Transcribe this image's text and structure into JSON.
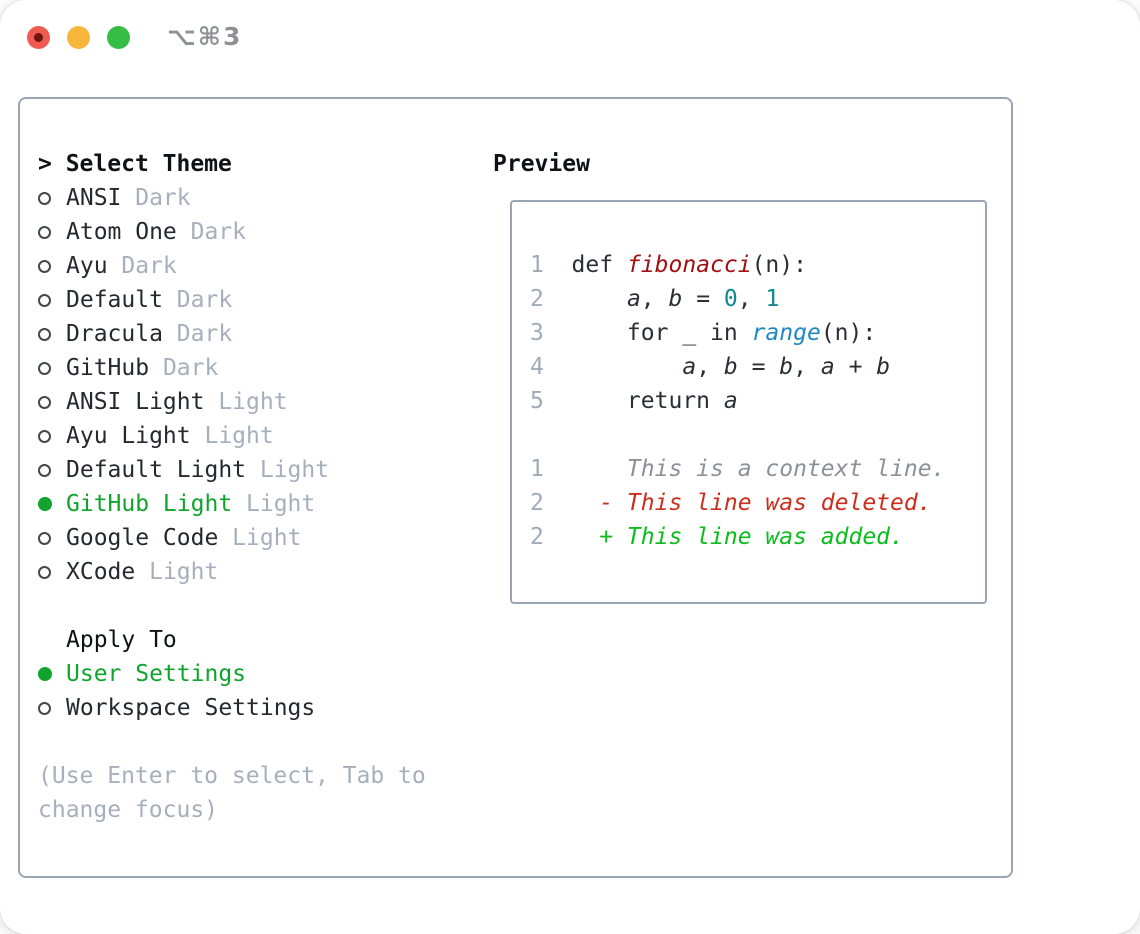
{
  "window": {
    "title": "⌥⌘3",
    "traffic_lights": {
      "close": "close",
      "minimize": "minimize",
      "zoom": "zoom"
    }
  },
  "colors": {
    "panel_border": "#9aa5b3",
    "text_dark": "#24292f",
    "text_black": "#0e1116",
    "muted": "#a6afbc",
    "accent_green": "#10a42d",
    "diff_add": "#0abd1c",
    "diff_del": "#cd2d1c",
    "ctx_gray": "#8b9198",
    "ln_gray": "#a0abb9",
    "fn_red": "#a30f11",
    "num_teal": "#0d8a8d",
    "call_blue": "#1d88c4",
    "code_text": "#2a2f36",
    "title_gray": "#8e9196",
    "tl_red": "#ef5a50",
    "tl_red_dot": "#6d1410",
    "tl_yellow": "#f6b73c",
    "tl_green": "#36bd46"
  },
  "theme_panel": {
    "prompt": "> ",
    "title": "Select Theme",
    "themes": [
      {
        "name": "ANSI",
        "variant": "Dark",
        "selected": false
      },
      {
        "name": "Atom One",
        "variant": "Dark",
        "selected": false
      },
      {
        "name": "Ayu",
        "variant": "Dark",
        "selected": false
      },
      {
        "name": "Default",
        "variant": "Dark",
        "selected": false
      },
      {
        "name": "Dracula",
        "variant": "Dark",
        "selected": false
      },
      {
        "name": "GitHub",
        "variant": "Dark",
        "selected": false
      },
      {
        "name": "ANSI Light",
        "variant": "Light",
        "selected": false
      },
      {
        "name": "Ayu Light",
        "variant": "Light",
        "selected": false
      },
      {
        "name": "Default Light",
        "variant": "Light",
        "selected": false
      },
      {
        "name": "GitHub Light",
        "variant": "Light",
        "selected": true
      },
      {
        "name": "Google Code",
        "variant": "Light",
        "selected": false
      },
      {
        "name": "XCode",
        "variant": "Light",
        "selected": false
      }
    ],
    "apply_to": {
      "title": "Apply To",
      "options": [
        {
          "name": "User Settings",
          "selected": true
        },
        {
          "name": "Workspace Settings",
          "selected": false
        }
      ]
    },
    "hint_lines": [
      "(Use Enter to select, Tab to",
      "change focus)"
    ]
  },
  "preview": {
    "title": "Preview",
    "code_lines": [
      {
        "num": "1",
        "segs": [
          {
            "t": "def ",
            "c": "pln"
          },
          {
            "t": "fibonacci",
            "c": "fn"
          },
          {
            "t": "(n):",
            "c": "pln"
          }
        ]
      },
      {
        "num": "2",
        "segs": [
          {
            "t": "    ",
            "c": "pln"
          },
          {
            "t": "a",
            "c": "var"
          },
          {
            "t": ", ",
            "c": "pln"
          },
          {
            "t": "b",
            "c": "var"
          },
          {
            "t": " = ",
            "c": "pln"
          },
          {
            "t": "0",
            "c": "num"
          },
          {
            "t": ", ",
            "c": "pln"
          },
          {
            "t": "1",
            "c": "num"
          }
        ]
      },
      {
        "num": "3",
        "segs": [
          {
            "t": "    for _ in ",
            "c": "pln"
          },
          {
            "t": "range",
            "c": "call"
          },
          {
            "t": "(n):",
            "c": "pln"
          }
        ]
      },
      {
        "num": "4",
        "segs": [
          {
            "t": "        ",
            "c": "pln"
          },
          {
            "t": "a",
            "c": "var"
          },
          {
            "t": ", ",
            "c": "pln"
          },
          {
            "t": "b",
            "c": "var"
          },
          {
            "t": " = ",
            "c": "pln"
          },
          {
            "t": "b",
            "c": "var"
          },
          {
            "t": ", ",
            "c": "pln"
          },
          {
            "t": "a",
            "c": "var"
          },
          {
            "t": " + ",
            "c": "pln"
          },
          {
            "t": "b",
            "c": "var"
          }
        ]
      },
      {
        "num": "5",
        "segs": [
          {
            "t": "    return ",
            "c": "pln"
          },
          {
            "t": "a",
            "c": "var"
          }
        ]
      }
    ],
    "diff_lines": [
      {
        "num": "1",
        "t": "    This is a context line.",
        "c": "ctx"
      },
      {
        "num": "2",
        "t": "  - This line was deleted.",
        "c": "del"
      },
      {
        "num": "2",
        "t": "  + This line was added.",
        "c": "add"
      }
    ]
  }
}
